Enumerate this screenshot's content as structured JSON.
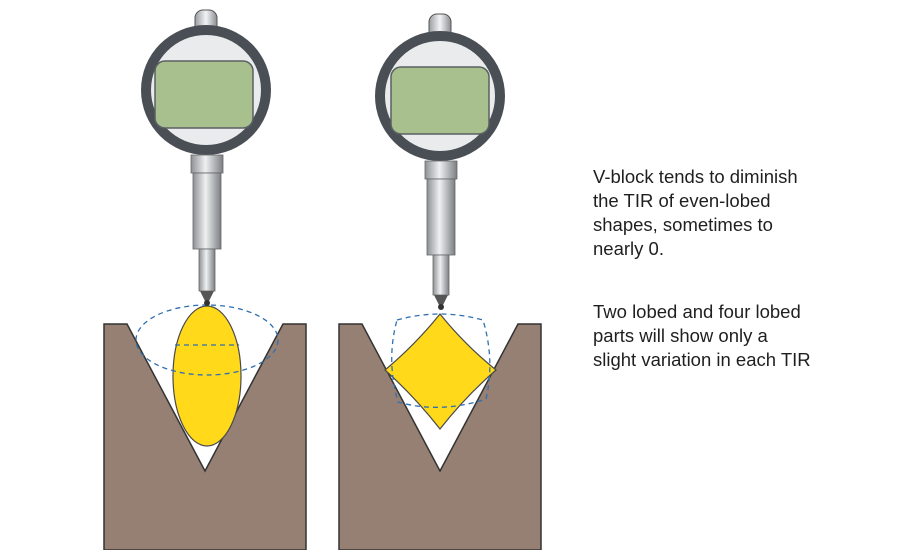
{
  "colors": {
    "block_fill": "#968073",
    "block_stroke": "#333333",
    "part_fill": "#ffd91a",
    "part_stroke": "#4a4a4a",
    "dial_bezel": "#4a4f55",
    "dial_ring": "#e9ebec",
    "lcd_screen": "#a7c08e",
    "rotation_outline": "#2f6fb0",
    "caption_text": "#1f1f1f"
  },
  "icons": {
    "indicator": "dial-indicator-icon",
    "vblock": "v-block-icon"
  },
  "setups": [
    {
      "part_shape": "two-lobed ellipse"
    },
    {
      "part_shape": "four-lobed"
    }
  ],
  "notes": [
    {
      "text": "V-block tends to diminish\nthe TIR of even-lobed\nshapes, sometimes to\nnearly 0."
    },
    {
      "text": "Two lobed and four lobed\nparts will show only a\nslight variation in each TIR"
    }
  ]
}
